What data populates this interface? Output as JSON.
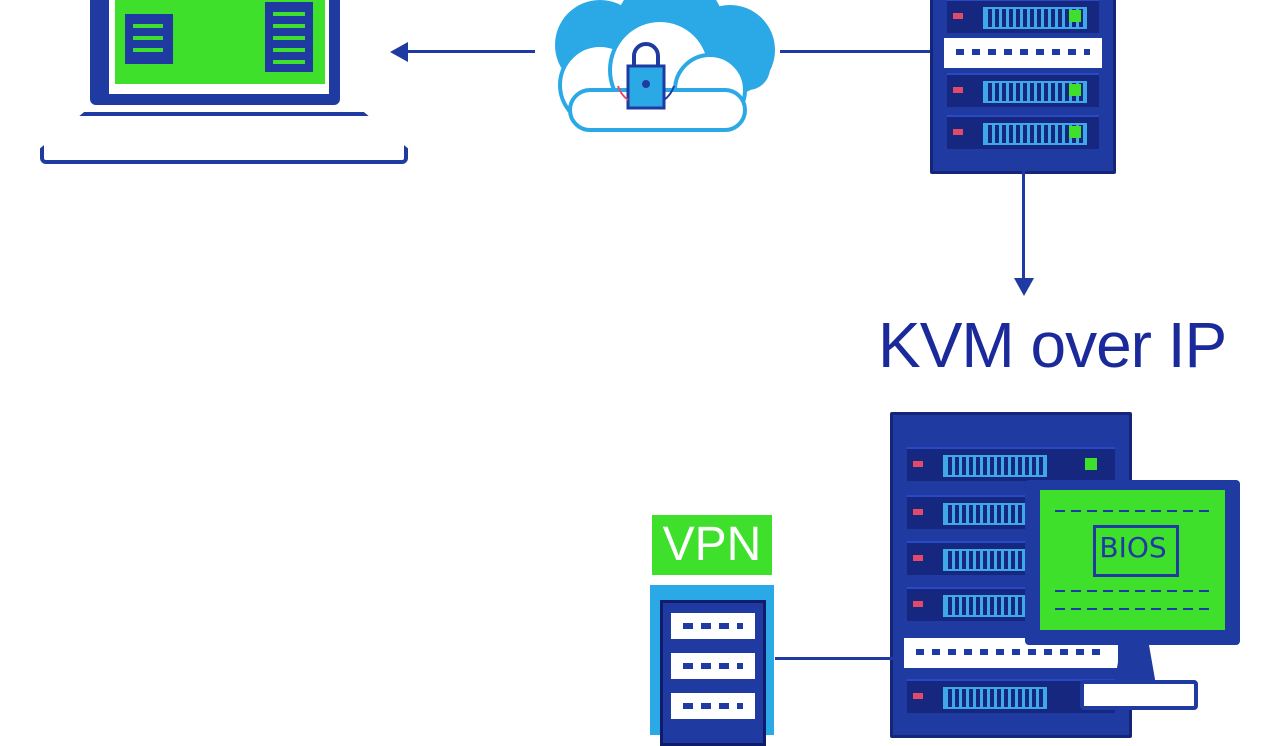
{
  "diagram": {
    "title": "KVM over IP",
    "vpn_label": "VPN",
    "bios_label": "BIOS"
  },
  "colors": {
    "primary_blue": "#1f3aa0",
    "green": "#3fe02c",
    "cloud_blue": "#2aa9e6"
  },
  "icons": [
    "laptop-icon",
    "cloud-icon",
    "lock-icon",
    "server-rack-icon",
    "vpn-server-icon",
    "monitor-icon"
  ]
}
